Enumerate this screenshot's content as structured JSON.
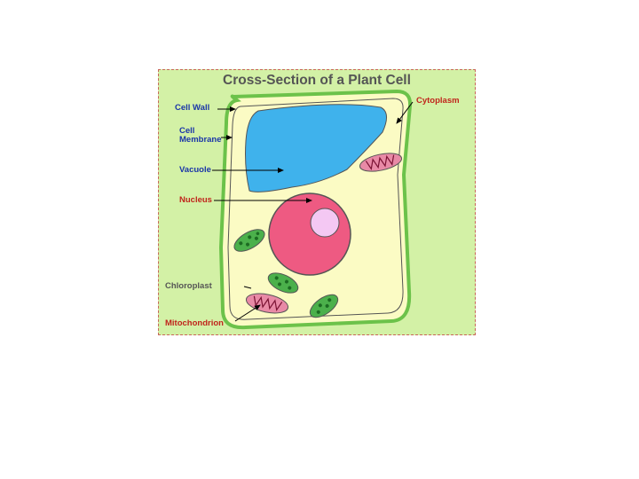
{
  "diagram": {
    "title": "Cross-Section of a Plant Cell",
    "labels": {
      "cell_wall": "Cell Wall",
      "cell_membrane_line1": "Cell",
      "cell_membrane_line2": "Membrane",
      "vacuole": "Vacuole",
      "nucleus": "Nucleus",
      "chloroplast": "Chloroplast",
      "mitochondrion": "Mitochondrion",
      "cytoplasm": "Cytoplasm"
    },
    "colors": {
      "background": "#d3f1a6",
      "cell_wall": "#6cc24a",
      "cytoplasm": "#fbfbc4",
      "vacuole": "#3fb2ec",
      "nucleus": "#ee5a82",
      "nucleolus": "#f4c8f3",
      "chloroplast": "#4bb04b",
      "mitochondrion": "#e88aa6",
      "label_blue": "#1a35a8",
      "label_red": "#c0251c"
    }
  }
}
